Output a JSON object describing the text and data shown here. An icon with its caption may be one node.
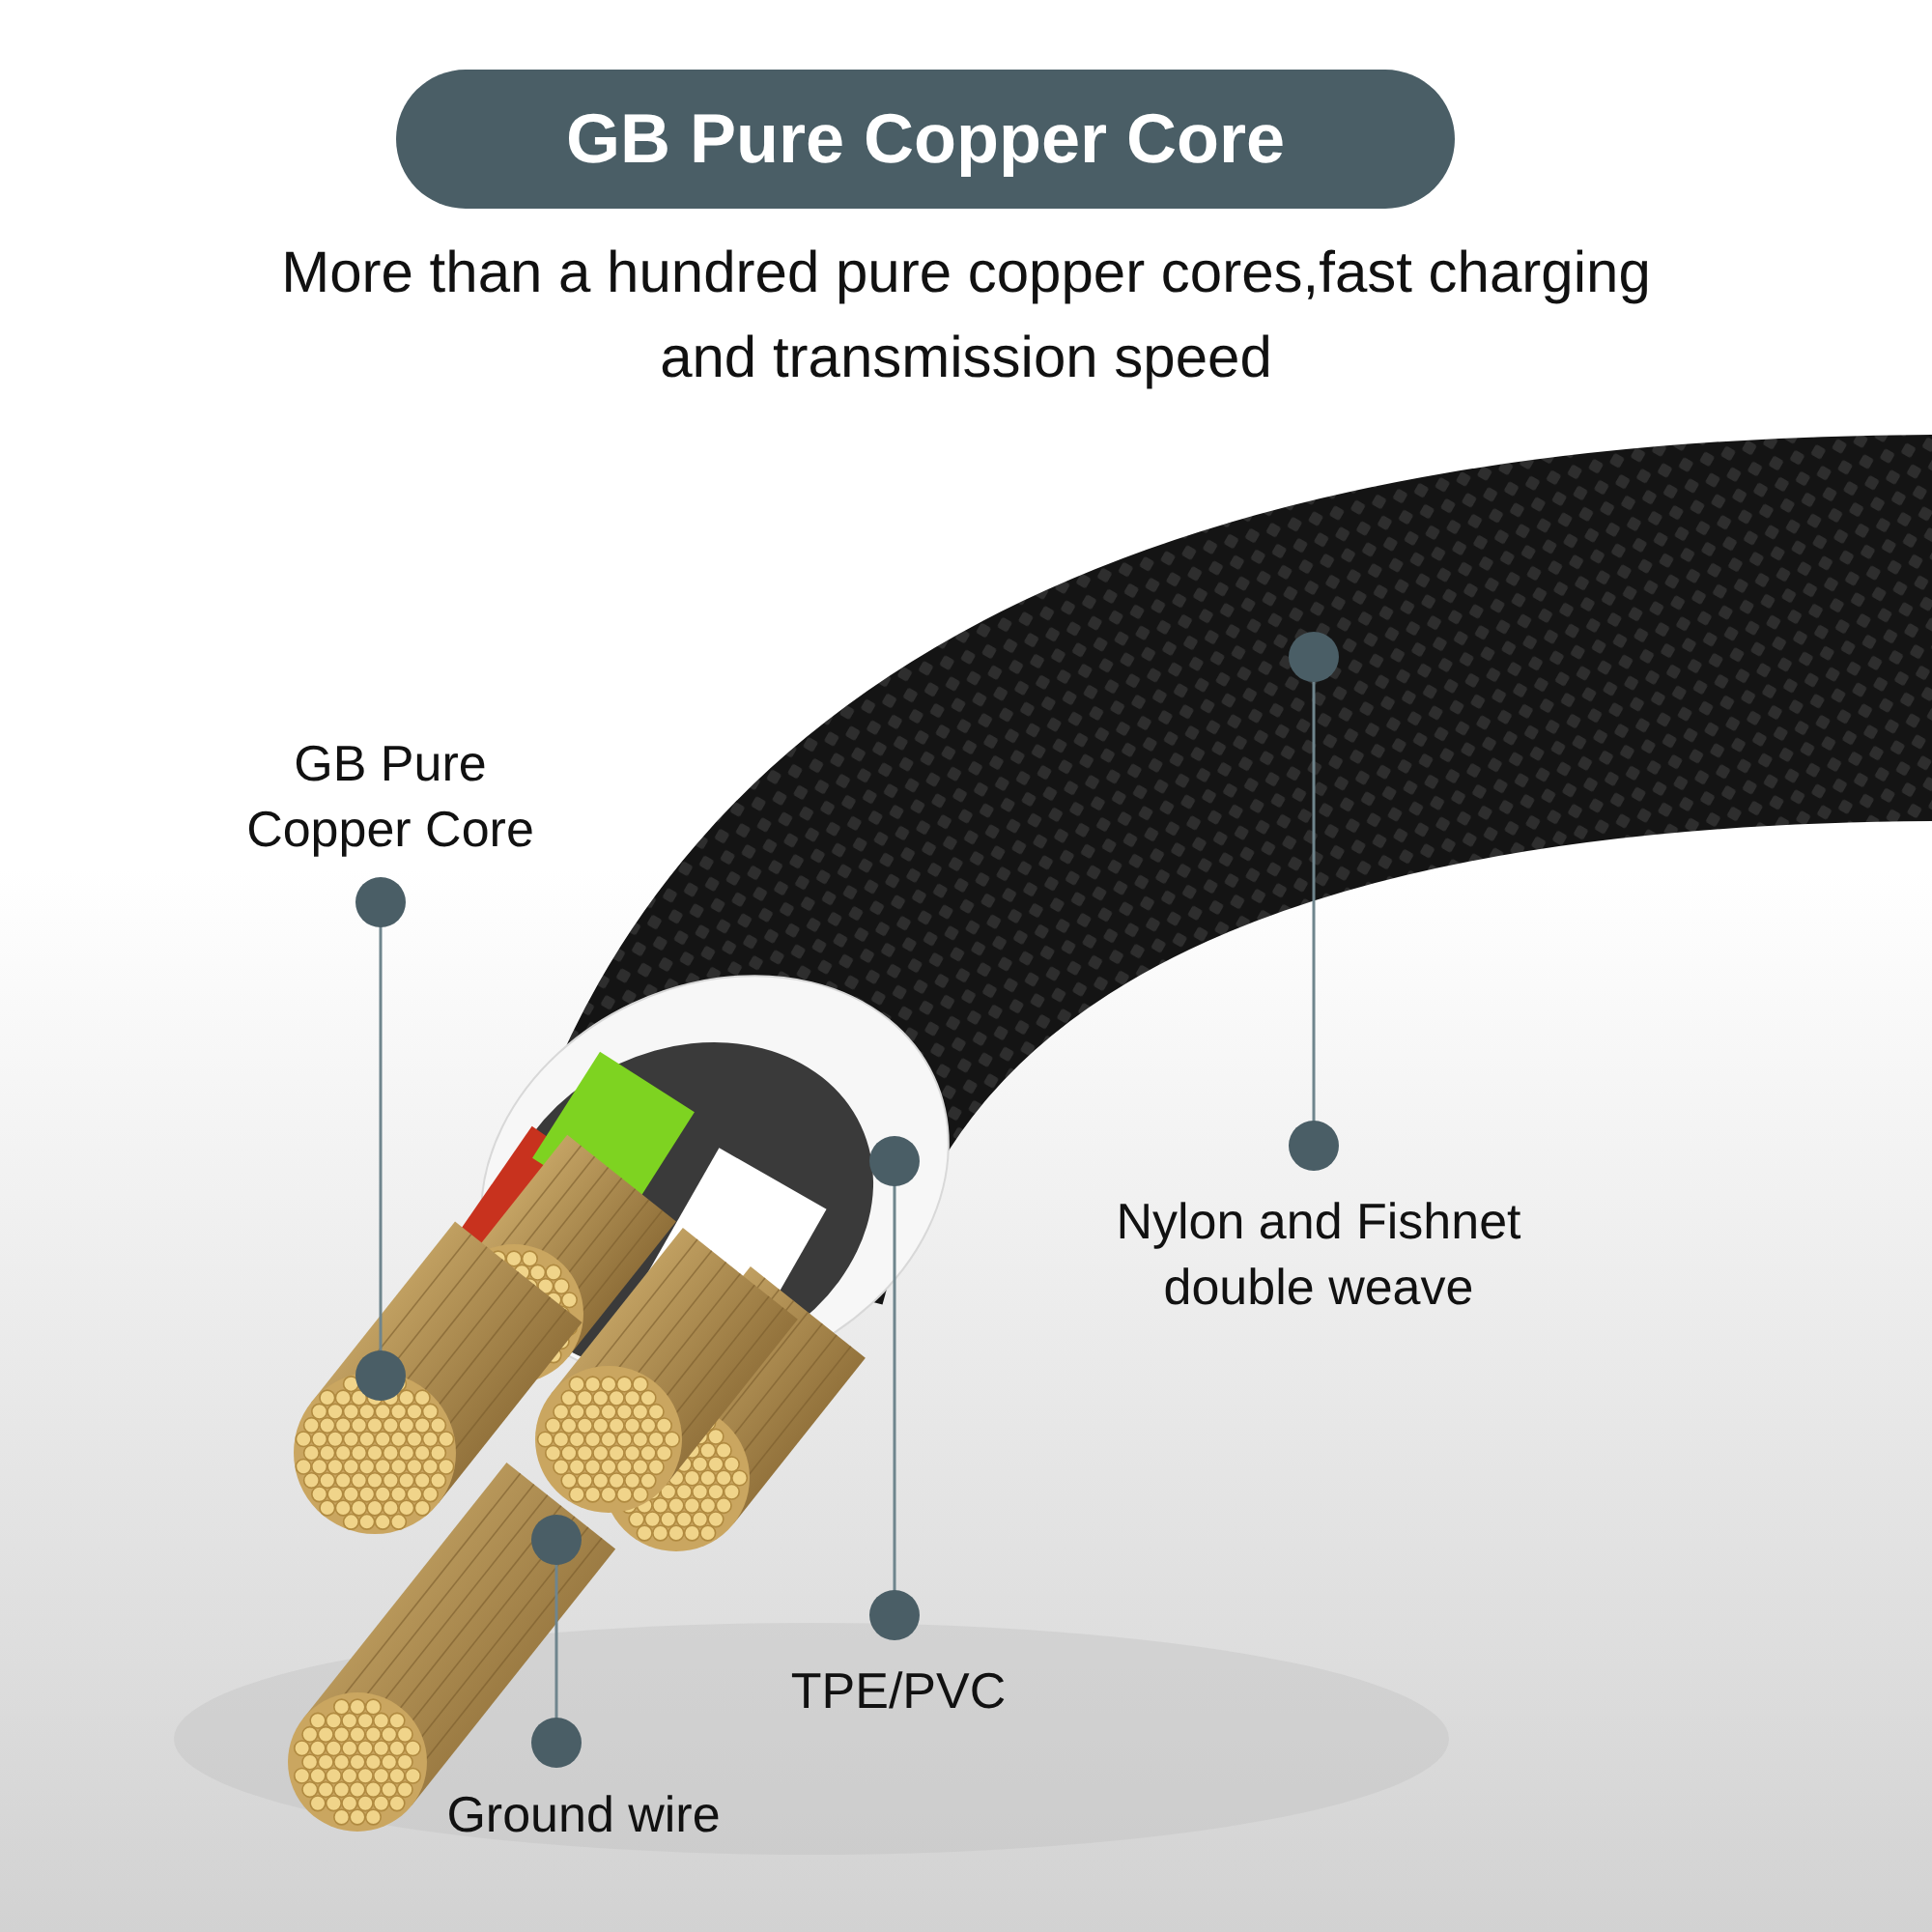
{
  "diagram": {
    "title": "GB Pure Copper Core",
    "caption": "More than a hundred pure copper cores,fast charging and transmission speed",
    "nodes": [
      {
        "text": [
          "GB Pure Copper Core"
        ]
      },
      {
        "text": [
          "Nylon and Fishnet double weave"
        ]
      },
      {
        "text": [
          "TPE/PVC"
        ]
      },
      {
        "text": [
          "Ground wire"
        ]
      }
    ],
    "edges": [
      {
        "from": 0,
        "to": null,
        "arrow": "other"
      },
      {
        "from": 1,
        "to": null,
        "arrow": "other"
      },
      {
        "from": 2,
        "to": null,
        "arrow": "other"
      },
      {
        "from": 3,
        "to": null,
        "arrow": "other"
      }
    ]
  }
}
